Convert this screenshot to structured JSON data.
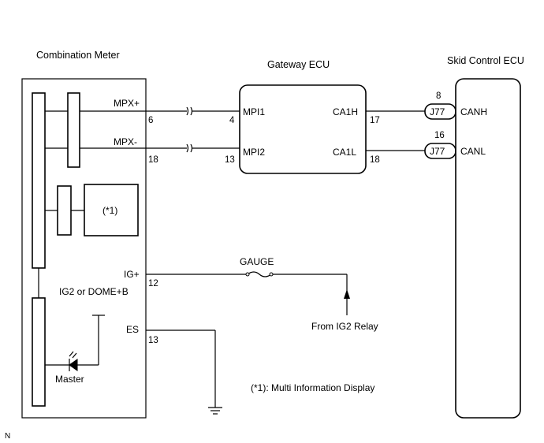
{
  "components": {
    "combination_meter": "Combination Meter",
    "gateway_ecu": "Gateway ECU",
    "skid_control_ecu": "Skid Control ECU"
  },
  "meter_terminals": {
    "mpx_plus": {
      "name": "MPX+",
      "pin": "6"
    },
    "mpx_minus": {
      "name": "MPX-",
      "pin": "18"
    },
    "ig_plus": {
      "name": "IG+",
      "pin": "12"
    },
    "es": {
      "name": "ES",
      "pin": "13"
    }
  },
  "meter_internal": {
    "supply_label": "IG2 or DOME+B",
    "indicator_label": "Master",
    "display_note": "(*1)"
  },
  "gateway_terminals": {
    "mpi1": {
      "name": "MPI1",
      "pin": "4"
    },
    "mpi2": {
      "name": "MPI2",
      "pin": "13"
    },
    "ca1h": {
      "name": "CA1H",
      "pin": "17"
    },
    "ca1l": {
      "name": "CA1L",
      "pin": "18"
    }
  },
  "skid_terminals": {
    "canh": {
      "name": "CANH",
      "pin": "8",
      "connector": "J77"
    },
    "canl": {
      "name": "CANL",
      "pin": "16",
      "connector": "J77"
    }
  },
  "power": {
    "fuse": "GAUGE",
    "source": "From IG2 Relay"
  },
  "footnote": "(*1): Multi Information Display",
  "corner_mark": "N"
}
